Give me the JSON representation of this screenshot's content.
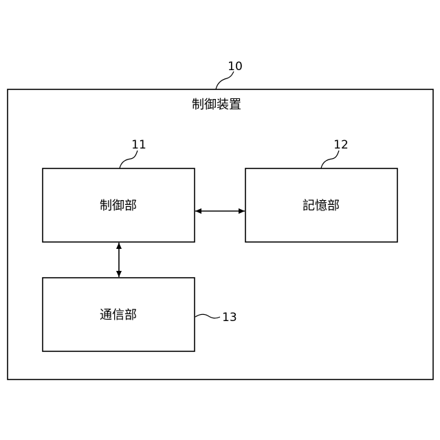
{
  "device": {
    "ref": "10",
    "title": "制御装置"
  },
  "blocks": {
    "control": {
      "ref": "11",
      "label": "制御部"
    },
    "storage": {
      "ref": "12",
      "label": "記憶部"
    },
    "communication": {
      "ref": "13",
      "label": "通信部"
    }
  },
  "connections": [
    {
      "from": "control",
      "to": "storage",
      "direction": "bidirectional"
    },
    {
      "from": "control",
      "to": "communication",
      "direction": "bidirectional"
    }
  ]
}
